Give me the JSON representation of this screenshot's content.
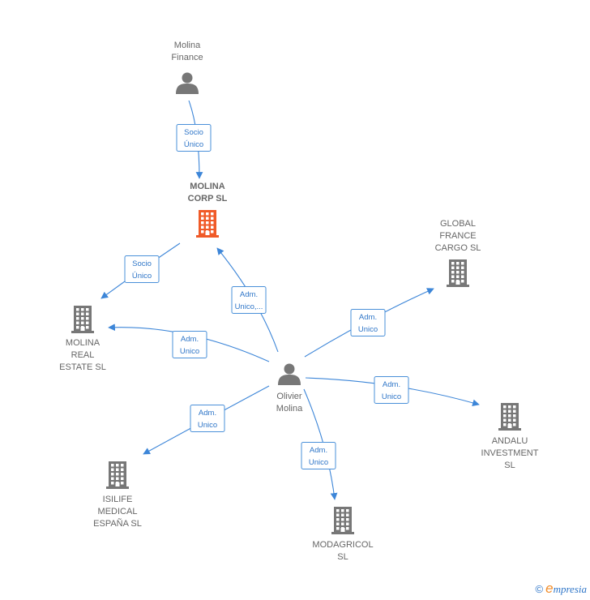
{
  "colors": {
    "edge": "#3d86d8",
    "edge_label": "#2f76c8",
    "node_icon": "#777777",
    "focus_icon": "#f05a28",
    "label_text": "#666666"
  },
  "nodes": [
    {
      "id": "molina-finance",
      "kind": "person",
      "icon": "person-icon",
      "lines": [
        "Molina",
        "Finance"
      ],
      "focus": false
    },
    {
      "id": "molina-corp",
      "kind": "company",
      "icon": "building-icon",
      "lines": [
        "MOLINA",
        "CORP  SL"
      ],
      "focus": true
    },
    {
      "id": "global-france",
      "kind": "company",
      "icon": "building-icon",
      "lines": [
        "GLOBAL",
        "FRANCE",
        "CARGO  SL"
      ],
      "focus": false
    },
    {
      "id": "molina-real",
      "kind": "company",
      "icon": "building-icon",
      "lines": [
        "MOLINA",
        "REAL",
        "ESTATE  SL"
      ],
      "focus": false
    },
    {
      "id": "olivier",
      "kind": "person",
      "icon": "person-icon",
      "lines": [
        "Olivier",
        "Molina"
      ],
      "focus": false
    },
    {
      "id": "andalu",
      "kind": "company",
      "icon": "building-icon",
      "lines": [
        "ANDALU",
        "INVESTMENT",
        "SL"
      ],
      "focus": false
    },
    {
      "id": "isilife",
      "kind": "company",
      "icon": "building-icon",
      "lines": [
        "ISILIFE",
        "MEDICAL",
        "ESPAÑA  SL"
      ],
      "focus": false
    },
    {
      "id": "modagricol",
      "kind": "company",
      "icon": "building-icon",
      "lines": [
        "MODAGRICOL",
        "SL"
      ],
      "focus": false
    }
  ],
  "edges": [
    {
      "from": "molina-finance",
      "to": "molina-corp",
      "lines": [
        "Socio",
        "Único"
      ]
    },
    {
      "from": "molina-corp",
      "to": "molina-real",
      "lines": [
        "Socio",
        "Único"
      ]
    },
    {
      "from": "olivier",
      "to": "molina-corp",
      "lines": [
        "Adm.",
        "Unico,..."
      ]
    },
    {
      "from": "olivier",
      "to": "global-france",
      "lines": [
        "Adm.",
        "Unico"
      ]
    },
    {
      "from": "olivier",
      "to": "molina-real",
      "lines": [
        "Adm.",
        "Unico"
      ]
    },
    {
      "from": "olivier",
      "to": "andalu",
      "lines": [
        "Adm.",
        "Unico"
      ]
    },
    {
      "from": "olivier",
      "to": "isilife",
      "lines": [
        "Adm.",
        "Unico"
      ]
    },
    {
      "from": "olivier",
      "to": "modagricol",
      "lines": [
        "Adm.",
        "Unico"
      ]
    }
  ],
  "footer": {
    "copyright_symbol": "©",
    "brand_initial": "e",
    "brand_rest": "mpresia"
  }
}
